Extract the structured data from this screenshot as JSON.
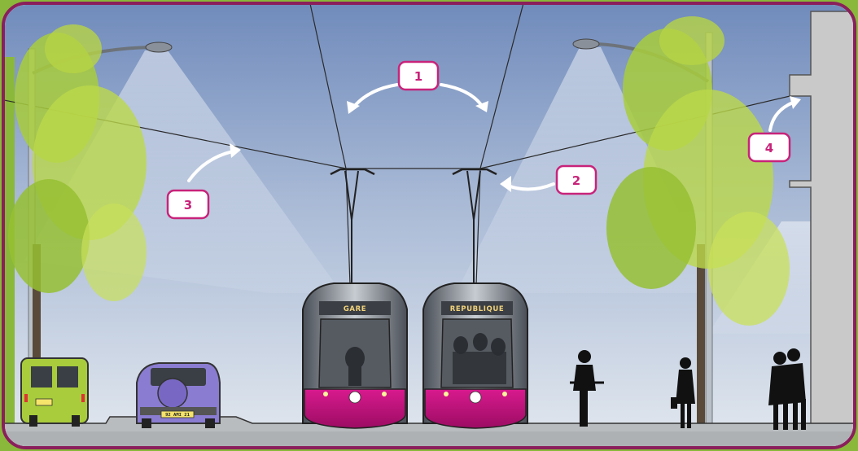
{
  "callouts": [
    {
      "number": "1"
    },
    {
      "number": "2"
    },
    {
      "number": "3"
    },
    {
      "number": "4"
    }
  ],
  "trams": [
    {
      "destination": "GARE"
    },
    {
      "destination": "REPUBLIQUE"
    }
  ],
  "vehicles": {
    "van_plate": "",
    "car_plate": "92 AMI 21"
  },
  "colors": {
    "frame": "#8a1f5c",
    "accent_green": "#8ab83a",
    "callout_pink": "#c8237a",
    "tram_magenta": "#c6127e",
    "sky_top": "#7a93c0",
    "sky_bottom": "#dde4ec",
    "foliage": "#a8cc3c",
    "building": "#c9c9c9"
  }
}
